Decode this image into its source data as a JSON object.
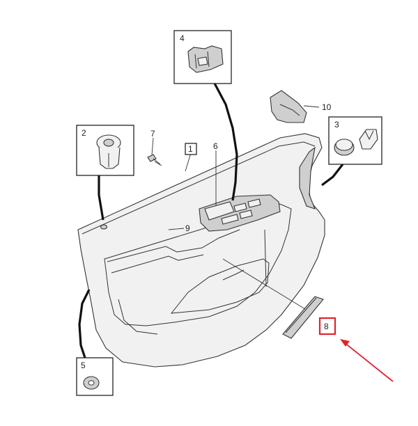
{
  "callouts": {
    "c1": "1",
    "c2": "2",
    "c3": "3",
    "c4": "4",
    "c5": "5",
    "c6": "6",
    "c7": "7",
    "c8": "8",
    "c9": "9",
    "c10": "10"
  },
  "highlight": {
    "color": "#e0232a",
    "target": "8"
  }
}
